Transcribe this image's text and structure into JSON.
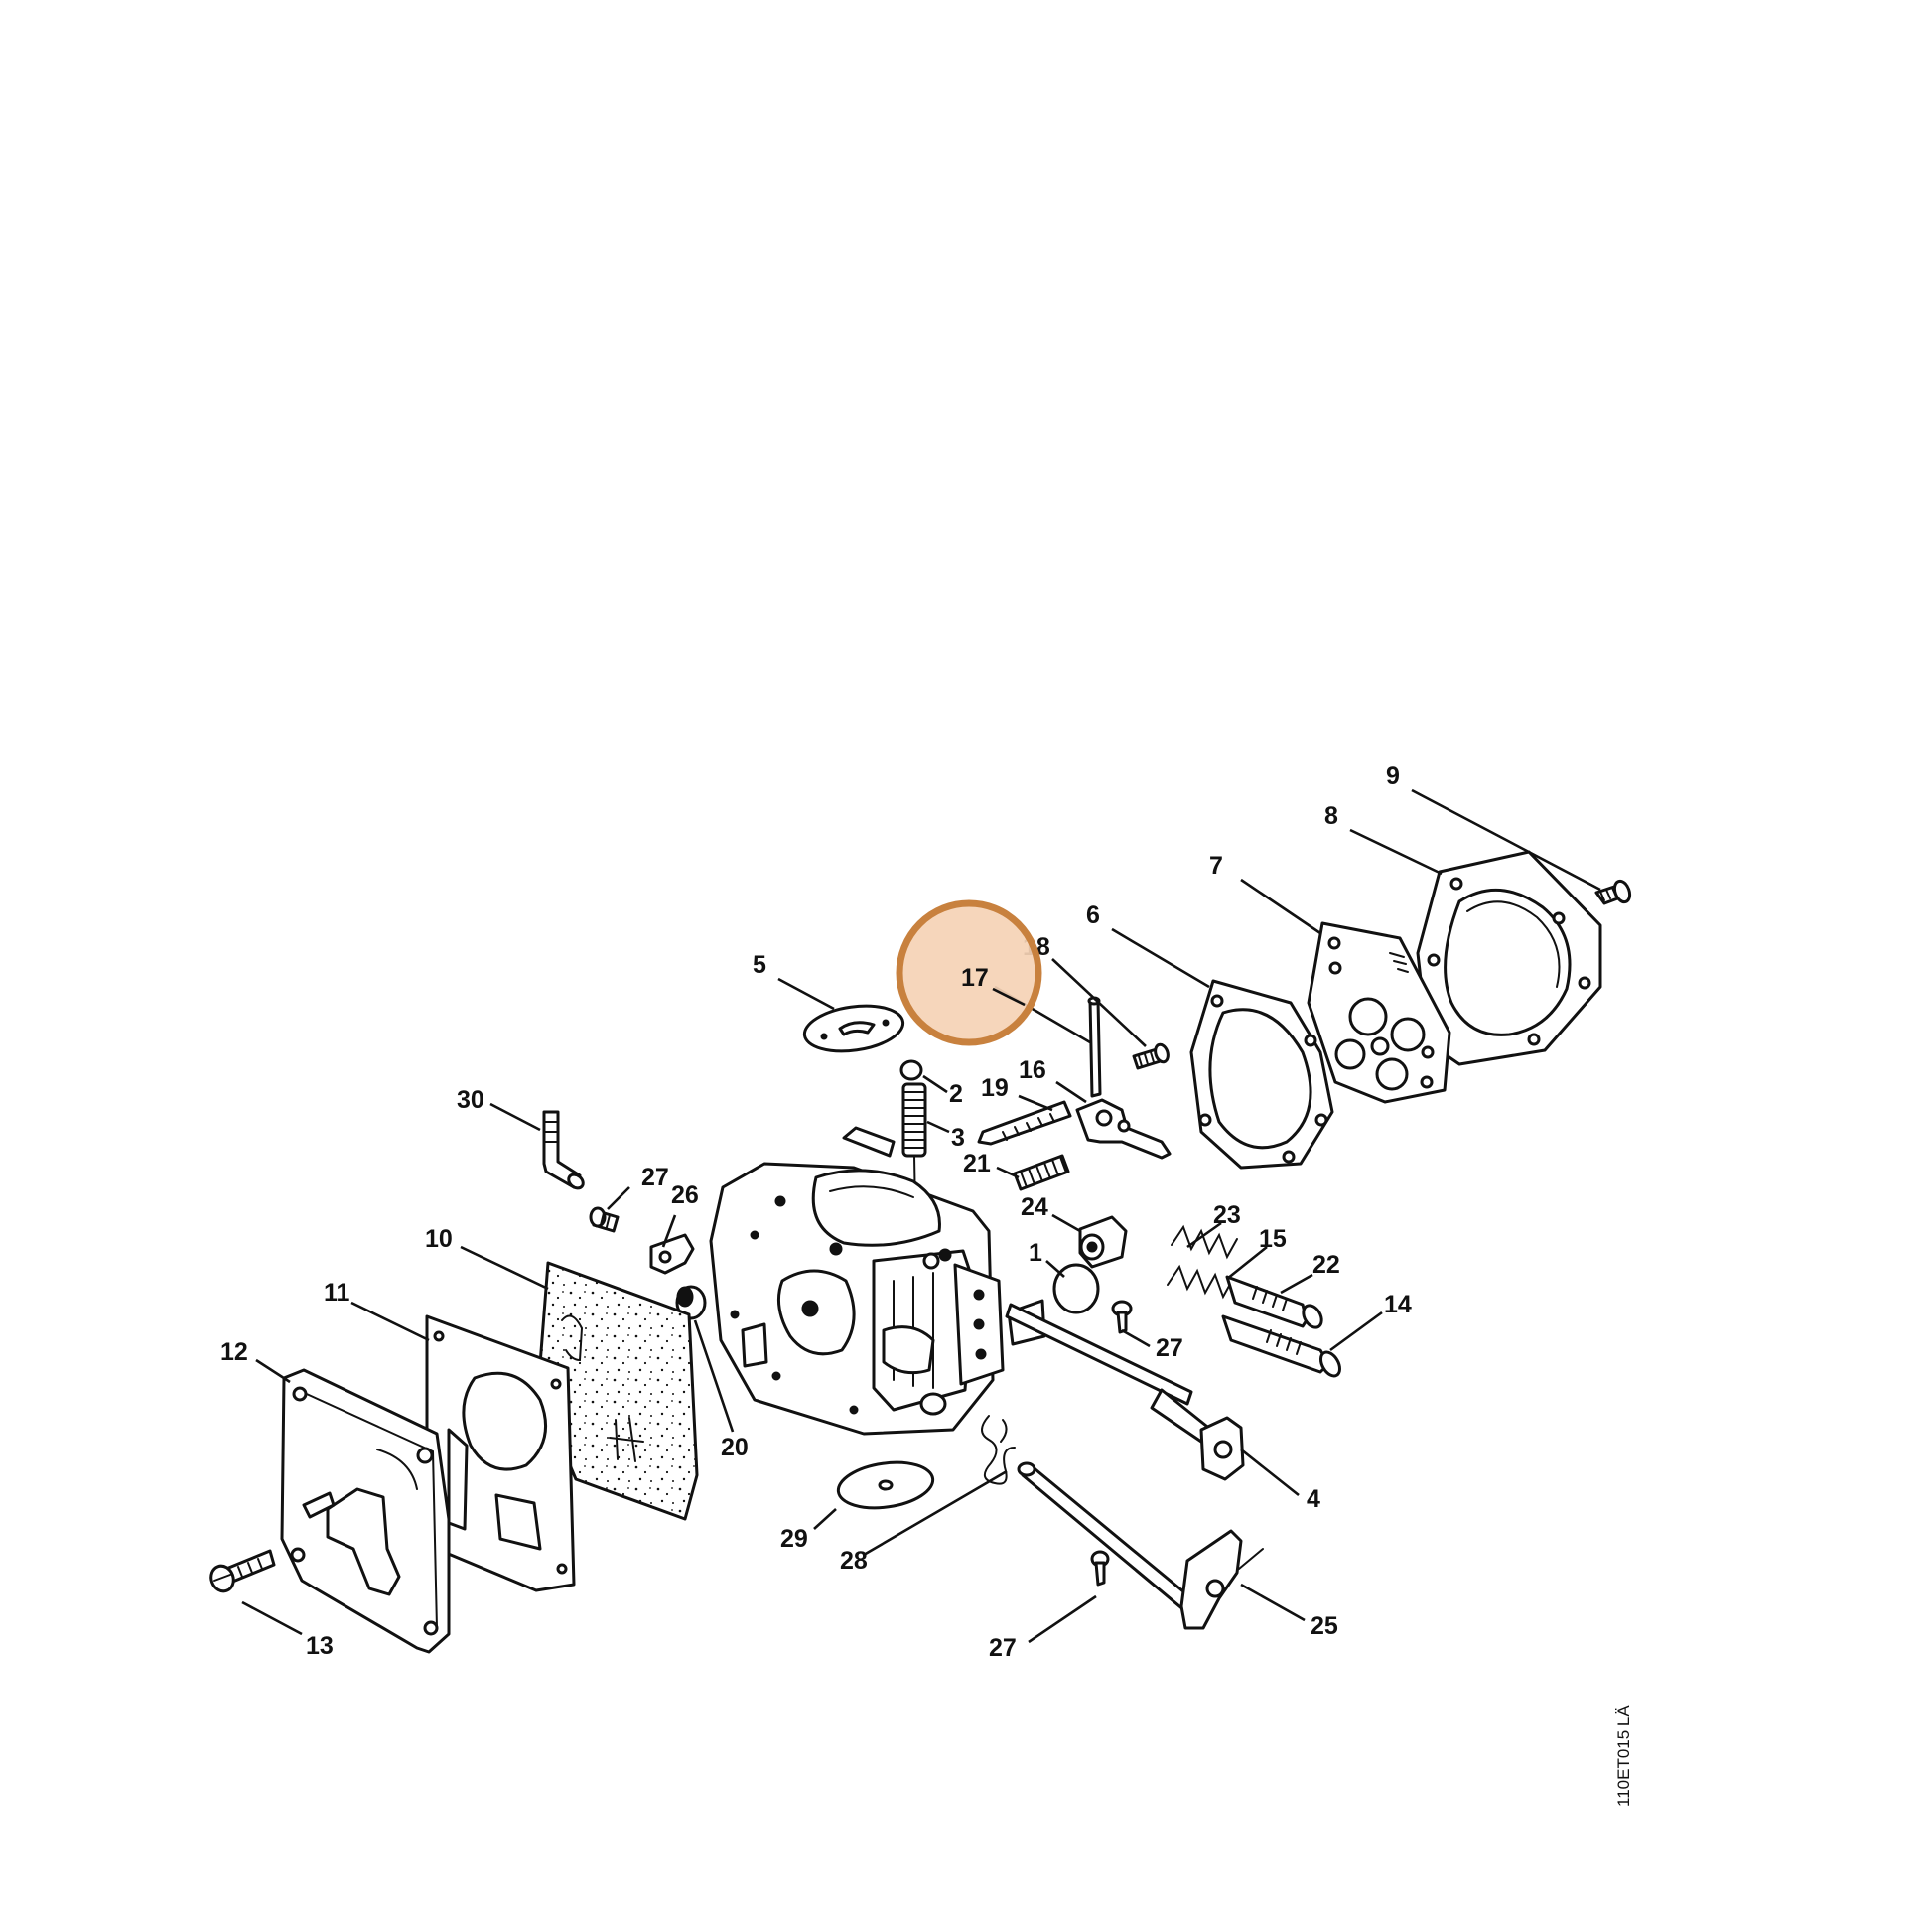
{
  "figure": {
    "drawing_code": "110ET015 LÄ",
    "highlight_color": "#c8813e",
    "highlight_fill": "#f5d3b5",
    "highlighted_part": "17"
  },
  "callouts": [
    {
      "id": "c1",
      "label": "1"
    },
    {
      "id": "c2",
      "label": "2"
    },
    {
      "id": "c3",
      "label": "3"
    },
    {
      "id": "c4",
      "label": "4"
    },
    {
      "id": "c5",
      "label": "5"
    },
    {
      "id": "c6",
      "label": "6"
    },
    {
      "id": "c7",
      "label": "7"
    },
    {
      "id": "c8",
      "label": "8"
    },
    {
      "id": "c9",
      "label": "9"
    },
    {
      "id": "c10",
      "label": "10"
    },
    {
      "id": "c11",
      "label": "11"
    },
    {
      "id": "c12",
      "label": "12"
    },
    {
      "id": "c13",
      "label": "13"
    },
    {
      "id": "c14",
      "label": "14"
    },
    {
      "id": "c15",
      "label": "15"
    },
    {
      "id": "c16",
      "label": "16"
    },
    {
      "id": "c17",
      "label": "17"
    },
    {
      "id": "c18",
      "label": "18"
    },
    {
      "id": "c19",
      "label": "19"
    },
    {
      "id": "c20",
      "label": "20"
    },
    {
      "id": "c21",
      "label": "21"
    },
    {
      "id": "c22",
      "label": "22"
    },
    {
      "id": "c23",
      "label": "23"
    },
    {
      "id": "c24",
      "label": "24"
    },
    {
      "id": "c25",
      "label": "25"
    },
    {
      "id": "c26",
      "label": "26"
    },
    {
      "id": "c27a",
      "label": "27"
    },
    {
      "id": "c27b",
      "label": "27"
    },
    {
      "id": "c27c",
      "label": "27"
    },
    {
      "id": "c28",
      "label": "28"
    },
    {
      "id": "c29",
      "label": "29"
    },
    {
      "id": "c30",
      "label": "30"
    }
  ]
}
